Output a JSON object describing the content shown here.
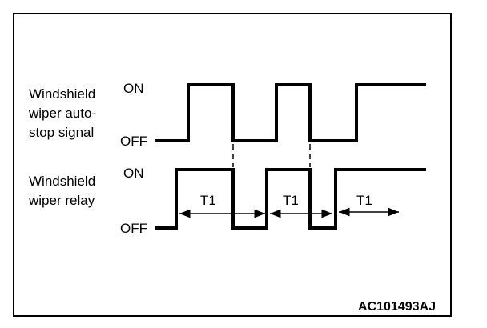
{
  "signals": [
    {
      "label_lines": [
        "Windshield",
        "wiper auto-",
        "stop signal"
      ],
      "on_label": "ON",
      "off_label": "OFF"
    },
    {
      "label_lines": [
        "Windshield",
        "wiper relay"
      ],
      "on_label": "ON",
      "off_label": "OFF"
    }
  ],
  "intervals": [
    "T1",
    "T1",
    "T1"
  ],
  "drawing_code": "AC101493AJ",
  "colors": {
    "line": "#000000",
    "background": "#ffffff"
  }
}
